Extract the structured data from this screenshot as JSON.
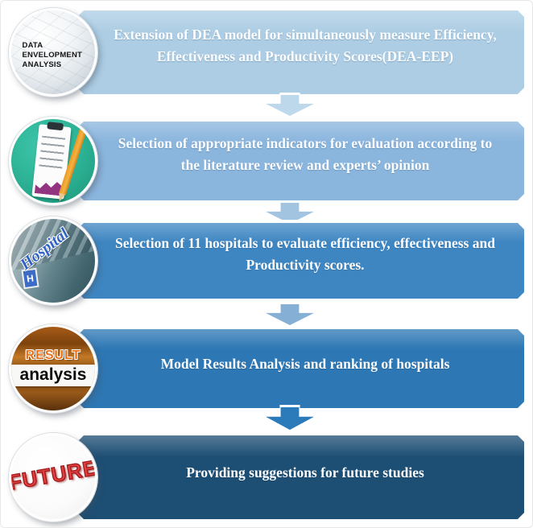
{
  "steps": [
    {
      "text": "Extension of DEA model for simultaneously measure Efficiency, Effectiveness and Productivity Scores(DEA-EEP)",
      "icon": "dea-globe-icon",
      "icon_label": "DATA ENVELOPMENT ANALYSIS",
      "banner_color": "#accde4"
    },
    {
      "text": "Selection of appropriate indicators for evaluation according to the literature review and experts’ opinion",
      "icon": "checklist-clipboard-icon",
      "banner_color": "#8ab5dd"
    },
    {
      "text": "Selection of 11 hospitals to evaluate efficiency, effectiveness and Productivity scores.",
      "icon": "hospital-photo-icon",
      "icon_label": "Hospital",
      "icon_sublabel": "H",
      "banner_color": "#3e86c2"
    },
    {
      "text": "Model Results Analysis and ranking of hospitals",
      "icon": "result-analysis-icon",
      "icon_label": "RESULT",
      "icon_sublabel": "analysis",
      "banner_color": "#2d77b4"
    },
    {
      "text": "Providing suggestions for future studies",
      "icon": "future-stamp-icon",
      "icon_label": "FUTURE",
      "banner_color": "#1d4e74"
    }
  ],
  "arrows": [
    {
      "color": "#bdd7eb"
    },
    {
      "color": "#a3c4e1"
    },
    {
      "color": "#86afd6"
    },
    {
      "color": "#2b7aba"
    }
  ],
  "text_color": "#fbfdfe"
}
